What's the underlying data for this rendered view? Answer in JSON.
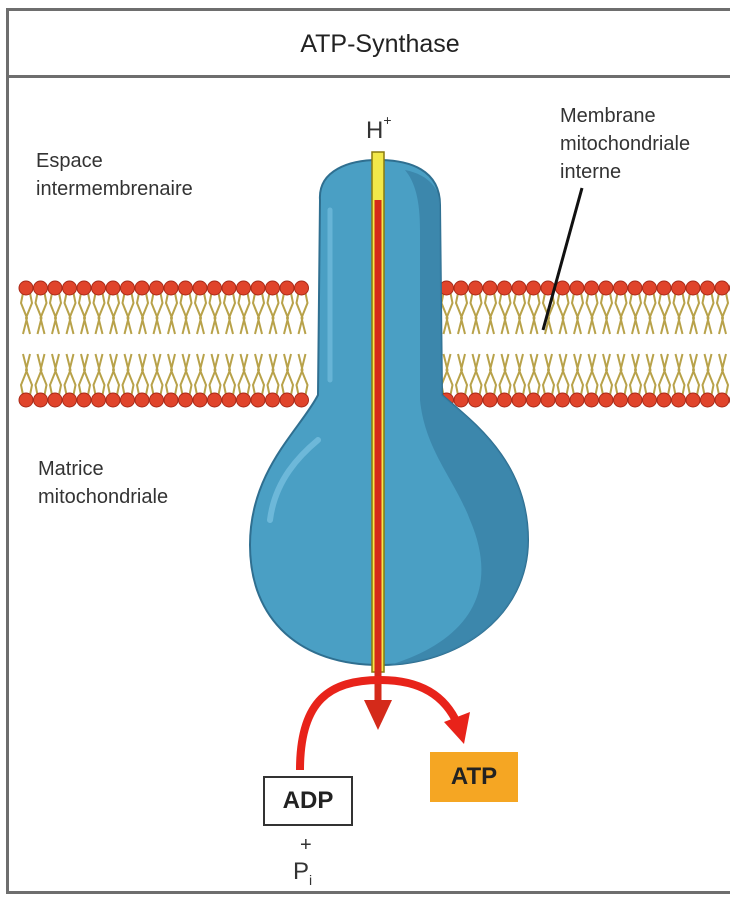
{
  "title": "ATP-Synthase",
  "labels": {
    "intermembrane_line1": "Espace",
    "intermembrane_line2": "intermembrenaire",
    "matrix_line1": "Matrice",
    "matrix_line2": "mitochondriale",
    "membrane_line1": "Membrane",
    "membrane_line2": "mitochondriale",
    "membrane_line3": "interne"
  },
  "proton": {
    "symbol": "H",
    "charge": "+"
  },
  "reactant": {
    "label": "ADP",
    "plus": "+",
    "phosphate": "P",
    "phosphate_sub": "i"
  },
  "product": {
    "label": "ATP"
  },
  "colors": {
    "protein": "#4a9fc4",
    "protein_shadow": "#3a82a8",
    "phospholipid_head": "#e0442b",
    "phospholipid_tail": "#b8a24a",
    "arrow": "#e8231a",
    "channel": "#f2e84a",
    "atp_box": "#f5a623"
  }
}
